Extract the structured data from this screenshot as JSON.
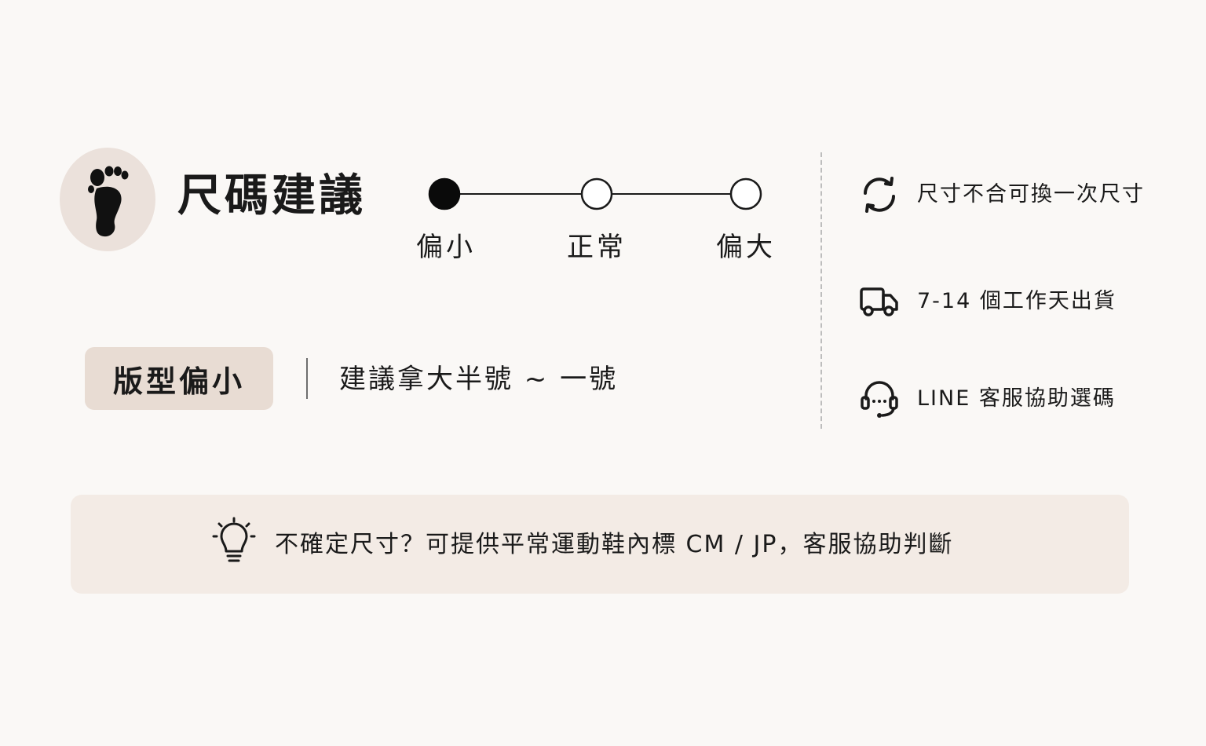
{
  "header": {
    "title": "尺碼建議",
    "foot_icon": "foot-icon"
  },
  "scale": {
    "options": [
      {
        "label": "偏小",
        "selected": true
      },
      {
        "label": "正常",
        "selected": false
      },
      {
        "label": "偏大",
        "selected": false
      }
    ]
  },
  "fit": {
    "badge": "版型偏小",
    "advice": "建議拿大半號 ~ 一號"
  },
  "features": [
    {
      "icon": "refresh-icon",
      "text": "尺寸不合可換一次尺寸"
    },
    {
      "icon": "truck-icon",
      "text": "7-14 個工作天出貨"
    },
    {
      "icon": "headset-icon",
      "text": "LINE 客服協助選碼"
    }
  ],
  "tip": {
    "icon": "lightbulb-icon",
    "text": "不確定尺寸？可提供平常運動鞋內標 CM / JP，客服協助判斷"
  },
  "colors": {
    "page_background": "#faf8f6",
    "foot_badge": "#ebe1db",
    "fit_badge": "#e8dcd3",
    "tip_bar": "#f3ebe5",
    "text": "#1a1a1a"
  }
}
